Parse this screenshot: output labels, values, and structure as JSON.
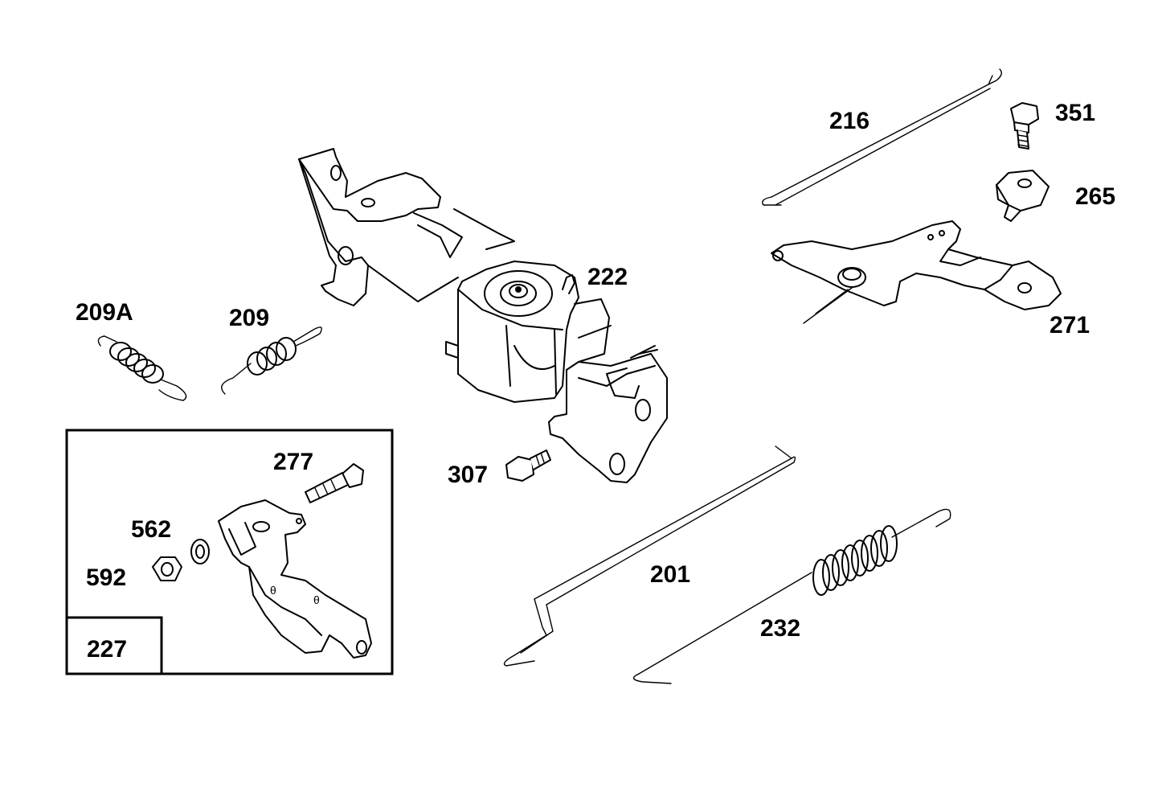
{
  "labels": {
    "p201": "201",
    "p209": "209",
    "p209a": "209A",
    "p216": "216",
    "p222": "222",
    "p227": "227",
    "p232": "232",
    "p265": "265",
    "p271": "271",
    "p277": "277",
    "p307": "307",
    "p351": "351",
    "p562": "562",
    "p592": "592"
  }
}
